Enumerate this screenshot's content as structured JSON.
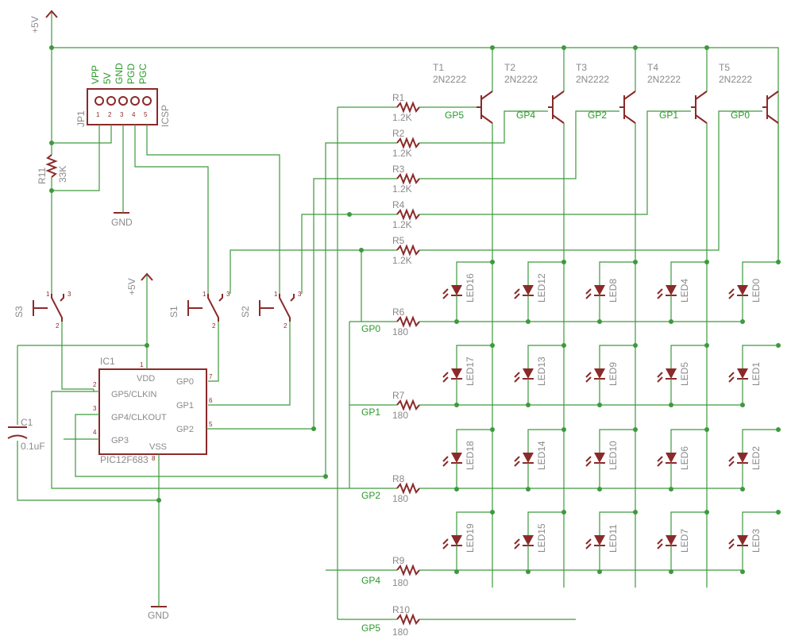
{
  "supply": {
    "vcc": "+5V",
    "gnd": "GND"
  },
  "ic": {
    "ref": "IC1",
    "value": "PIC12F683",
    "vdd": "VDD",
    "vss": "VSS",
    "gp0": "GP0",
    "gp1": "GP1",
    "gp2": "GP2",
    "gp3": "GP3",
    "gp4": "GP4/CLKOUT",
    "gp5": "GP5/CLKIN",
    "pins": [
      "1",
      "2",
      "3",
      "4",
      "5",
      "6",
      "7",
      "8"
    ]
  },
  "header": {
    "ref": "JP1",
    "name": "ICSP",
    "labels": [
      "VPP",
      "5V",
      "GND",
      "PGD",
      "PGC"
    ],
    "pins": [
      "1",
      "2",
      "3",
      "4",
      "5"
    ]
  },
  "r11": {
    "ref": "R11",
    "value": "33K"
  },
  "cap": {
    "ref": "C1",
    "value": "0.1uF"
  },
  "switches": [
    {
      "ref": "S3",
      "pins": [
        "1",
        "2",
        "3"
      ]
    },
    {
      "ref": "S1",
      "pins": [
        "1",
        "2",
        "3"
      ]
    },
    {
      "ref": "S2",
      "pins": [
        "1",
        "2",
        "3"
      ]
    }
  ],
  "transistors": [
    {
      "ref": "T1",
      "value": "2N2222",
      "net": "GP5"
    },
    {
      "ref": "T2",
      "value": "2N2222",
      "net": "GP4"
    },
    {
      "ref": "T3",
      "value": "2N2222",
      "net": "GP2"
    },
    {
      "ref": "T4",
      "value": "2N2222",
      "net": "GP1"
    },
    {
      "ref": "T5",
      "value": "2N2222",
      "net": "GP0"
    }
  ],
  "base_resistors": [
    {
      "ref": "R1",
      "value": "1.2K"
    },
    {
      "ref": "R2",
      "value": "1.2K"
    },
    {
      "ref": "R3",
      "value": "1.2K"
    },
    {
      "ref": "R4",
      "value": "1.2K"
    },
    {
      "ref": "R5",
      "value": "1.2K"
    }
  ],
  "row_resistors": [
    {
      "ref": "R6",
      "value": "180",
      "net": "GP0"
    },
    {
      "ref": "R7",
      "value": "180",
      "net": "GP1"
    },
    {
      "ref": "R8",
      "value": "180",
      "net": "GP2"
    },
    {
      "ref": "R9",
      "value": "180",
      "net": "GP4"
    },
    {
      "ref": "R10",
      "value": "180",
      "net": "GP5"
    }
  ],
  "leds": [
    [
      "LED16",
      "LED12",
      "LED8",
      "LED4",
      "LED0"
    ],
    [
      "LED17",
      "LED13",
      "LED9",
      "LED5",
      "LED1"
    ],
    [
      "LED18",
      "LED14",
      "LED10",
      "LED6",
      "LED2"
    ],
    [
      "LED19",
      "LED15",
      "LED11",
      "LED7",
      "LED3"
    ]
  ]
}
